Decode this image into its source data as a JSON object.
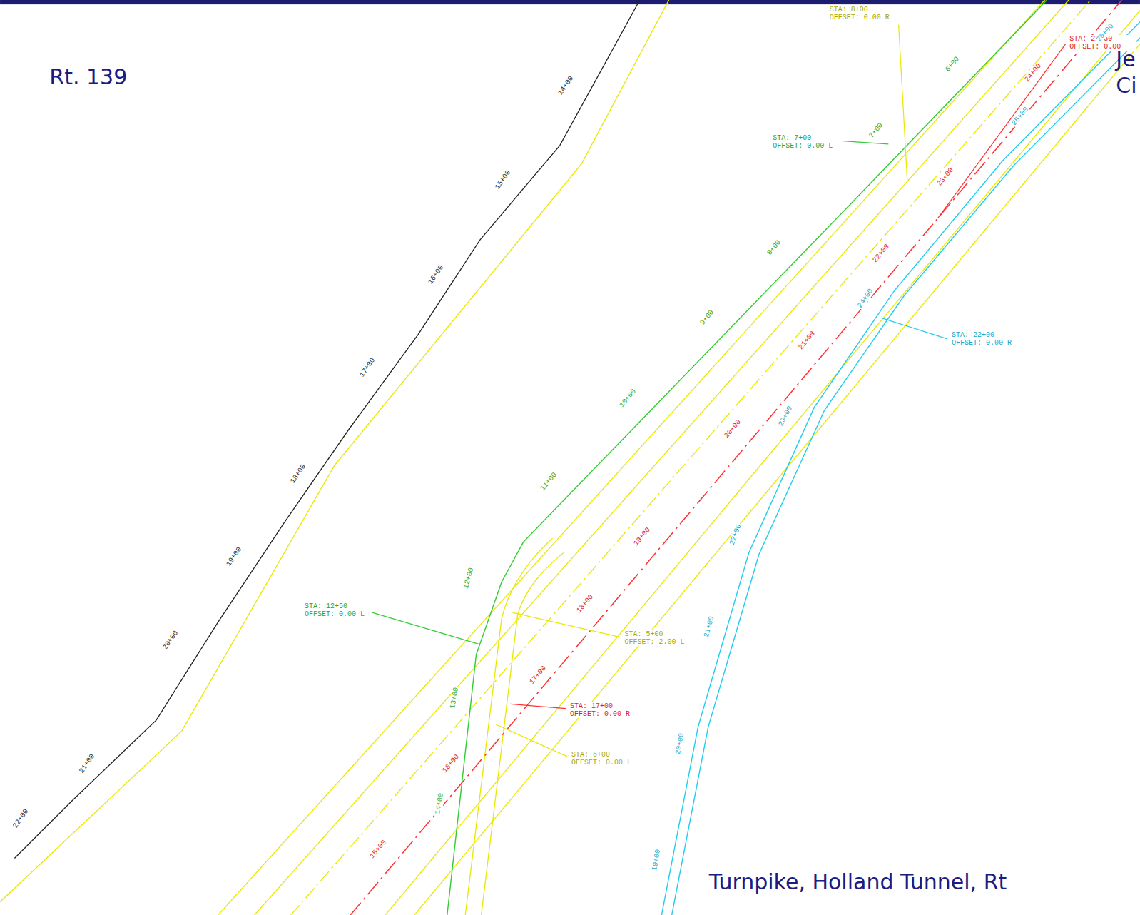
{
  "diagram": {
    "labels": [
      "Rt. 139",
      "Je",
      "Ci",
      "Turnpike, Holland Tunnel, Rt",
      "22+00",
      "21+00",
      "20+00",
      "19+00",
      "18+00",
      "17+00",
      "16+00",
      "15+00",
      "14+00",
      "6+00",
      "7+00",
      "8+00",
      "9+00",
      "10+00",
      "11+00",
      "12+00",
      "13+00",
      "14+00",
      "STA: 7+00 OFFSET: 0.00 L",
      "STA: 12+50 OFFSET: 0.00 L",
      "STA: 8+00 OFFSET: 0.00 R",
      "STA: 5+00 OFFSET: 2.00 L",
      "STA: 6+00 OFFSET: 0.00 L",
      "24+00",
      "23+00",
      "22+00",
      "21+00",
      "20+00",
      "19+00",
      "18+00",
      "17+00",
      "16+00",
      "15+00",
      "STA: 22+50 OFFSET: 0.00",
      "STA: 17+00 OFFSET: 0.00 R",
      "26+00",
      "25+00",
      "24+00",
      "23+00",
      "22+00",
      "21+00",
      "20+00",
      "19+00",
      "STA: 22+00 OFFSET: 0.00 R"
    ]
  }
}
